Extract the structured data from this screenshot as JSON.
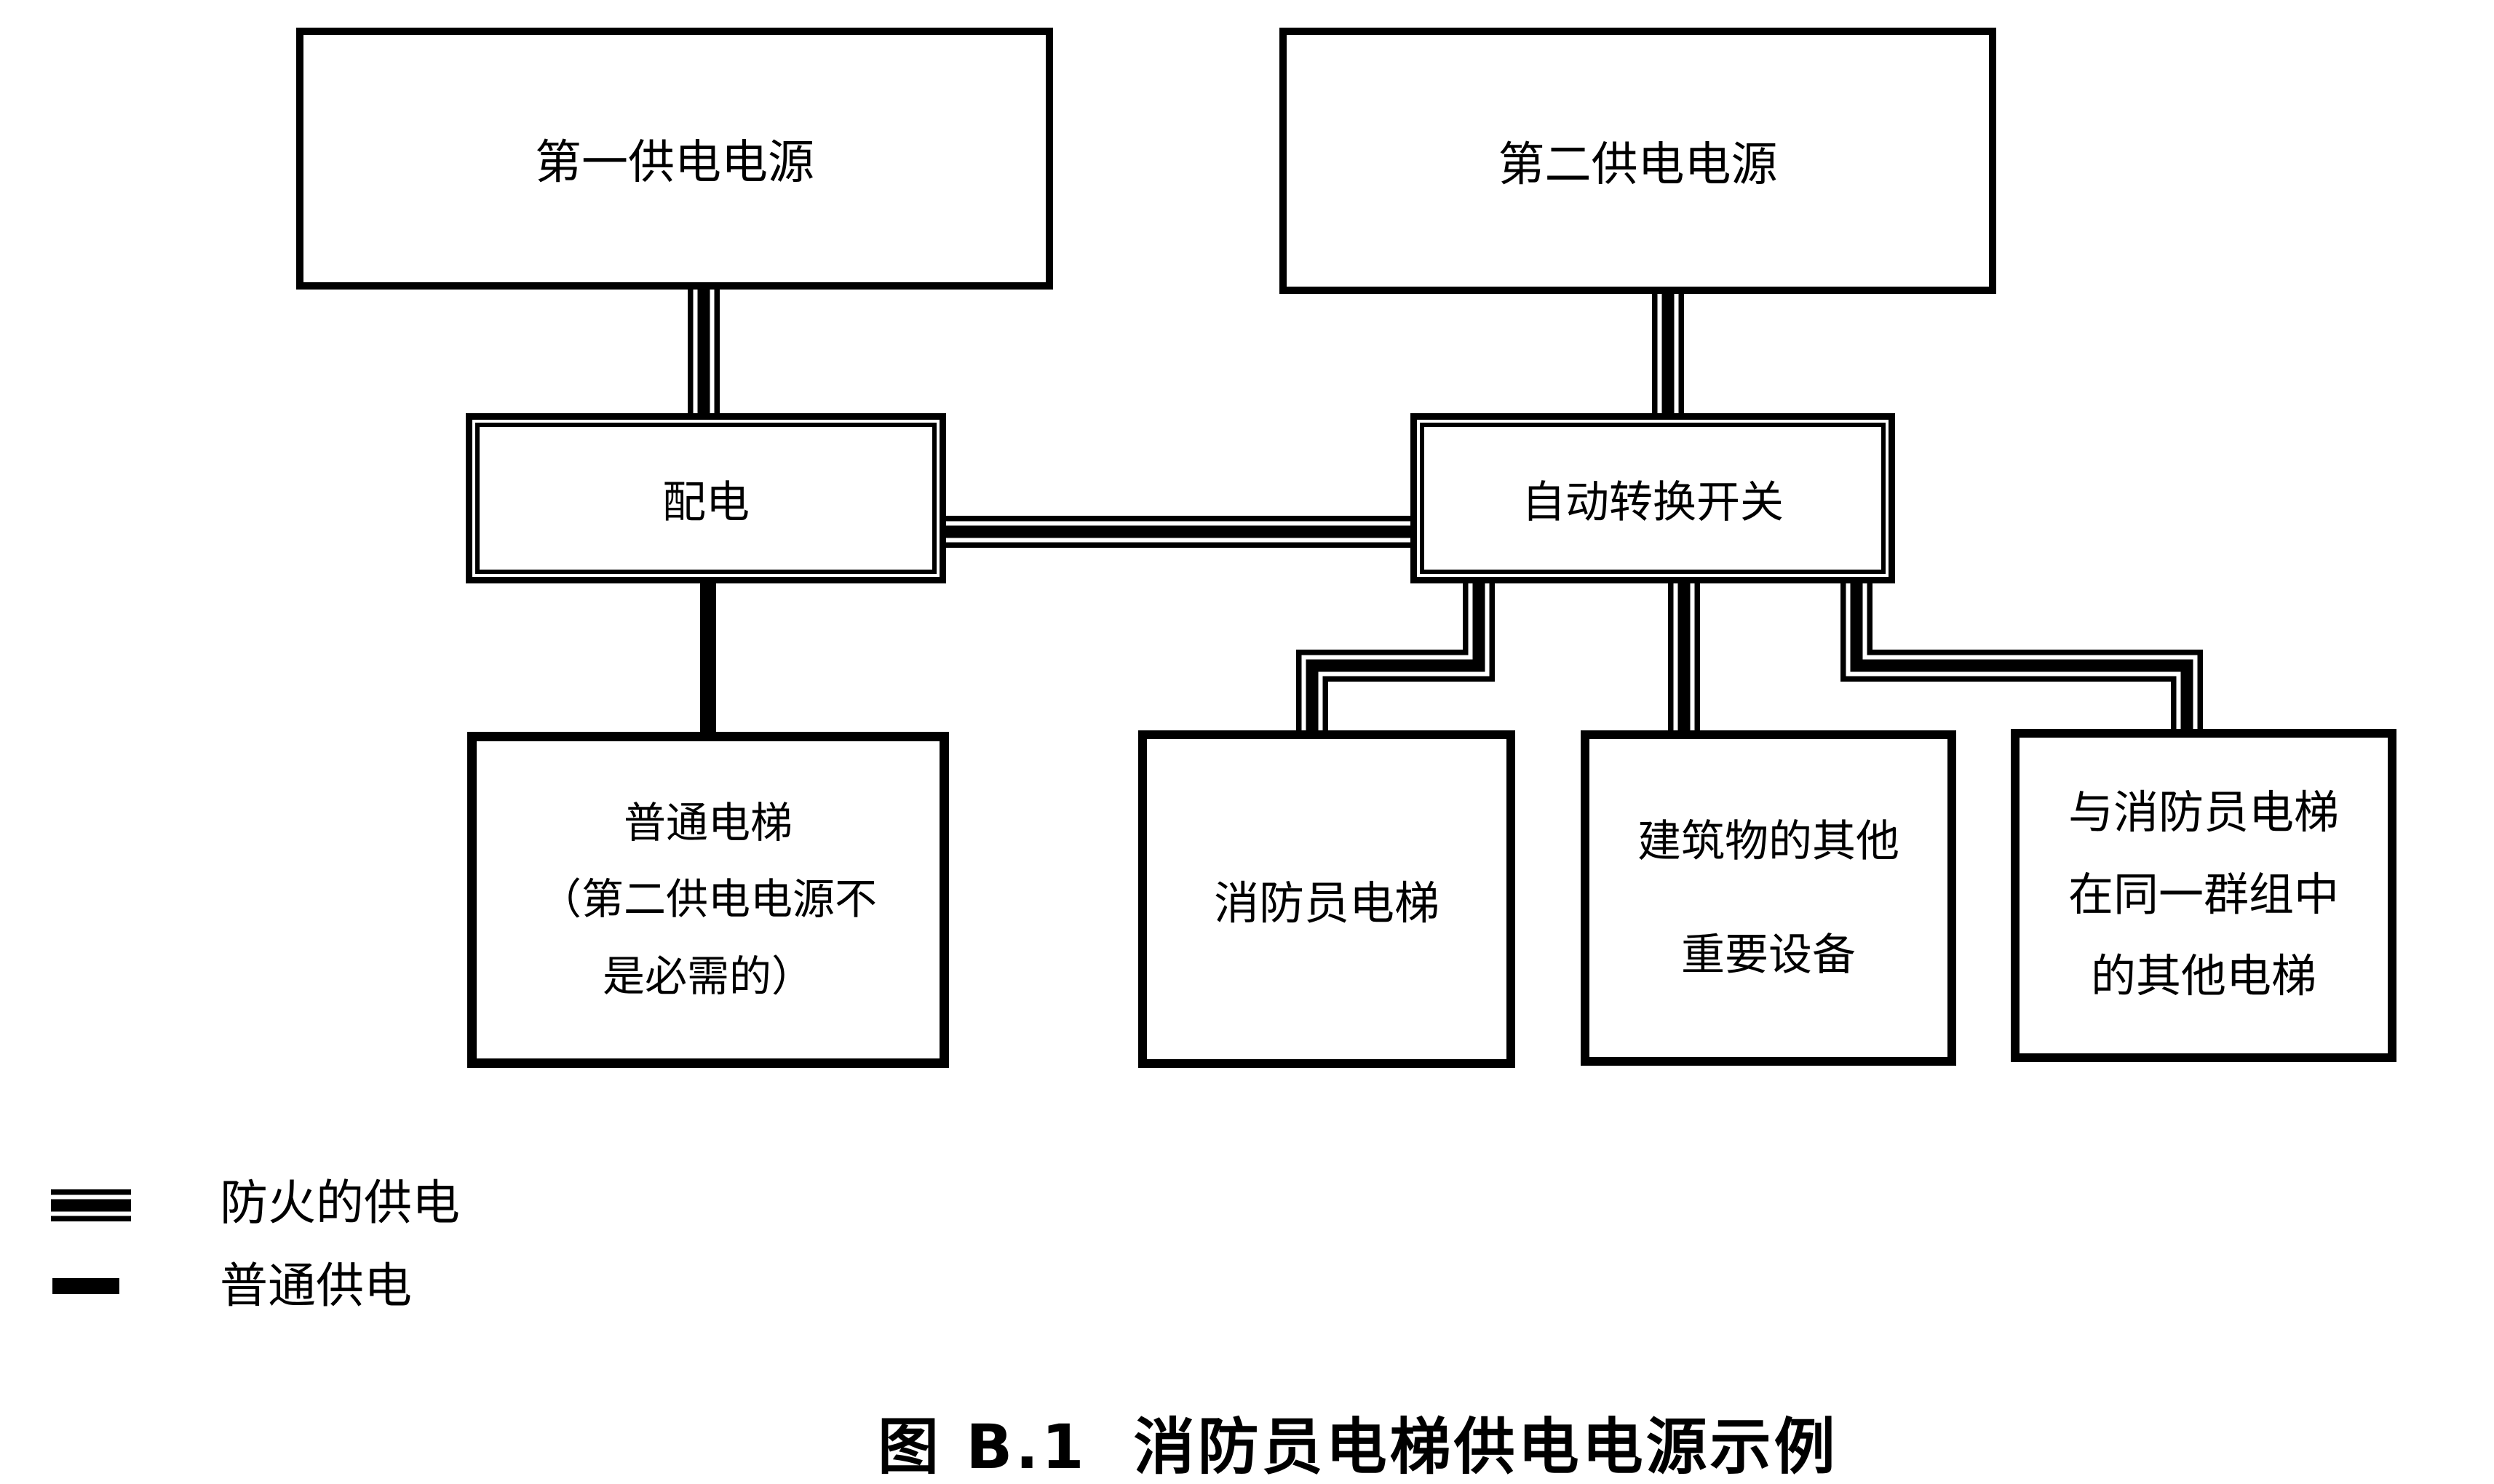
{
  "colors": {
    "line": "#000000",
    "background": "#ffffff"
  },
  "boxes": {
    "source1": {
      "label": "第一供电电源"
    },
    "source2": {
      "label": "第二供电电源"
    },
    "distribution": {
      "label": "配电"
    },
    "transfer_switch": {
      "label": "自动转换开关"
    },
    "ordinary_elevator": {
      "line1": "普通电梯",
      "line2": "（第二供电电源不",
      "line3": "是必需的）"
    },
    "firefighter_elevator": {
      "label": "消防员电梯"
    },
    "building_equipment": {
      "line1": "建筑物的其他",
      "line2": "重要设备"
    },
    "group_elevators": {
      "line1": "与消防员电梯",
      "line2": "在同一群组中",
      "line3": "的其他电梯"
    }
  },
  "legend": {
    "items": [
      {
        "style": "fire-protected-triple-line",
        "label": "防火的供电"
      },
      {
        "style": "ordinary-single-line",
        "label": "普通供电"
      }
    ]
  },
  "caption": {
    "prefix": "图 B.1",
    "title": "消防员电梯供电电源示例"
  }
}
